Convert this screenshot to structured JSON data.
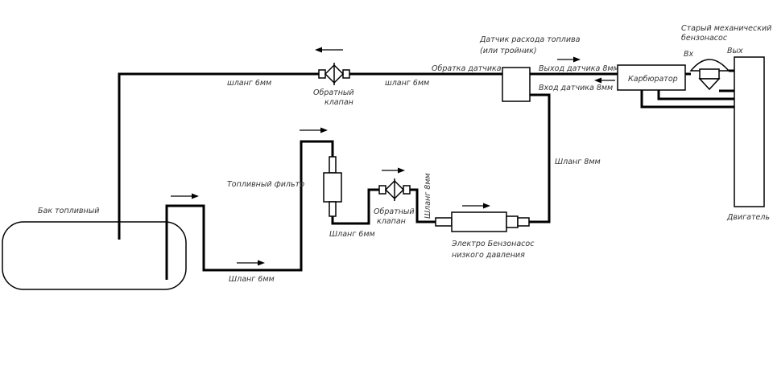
{
  "labels": {
    "tank": "Бак топливный",
    "hose_6mm_top_left": "шланг 6мм",
    "hose_6mm_top_right": "шланг 6мм",
    "check_valve_top": [
      "Обратный",
      "клапан"
    ],
    "return_sensor": "Обратка датчика",
    "flow_sensor": [
      "Датчик расхода топлива",
      "(или тройник)"
    ],
    "sensor_out": "Выход датчика 8мм",
    "sensor_in": "Вход датчика 8мм",
    "carburetor": "Карбюратор",
    "mech_pump": [
      "Старый механический",
      "бензонасос"
    ],
    "pump_in": "Вх",
    "pump_out": "Вых",
    "engine": "Двигатель",
    "hose_8mm_right": "Шланг 8мм",
    "fuel_filter": "Топливный фильтр",
    "hose_6mm_filter": "Шланг 6мм",
    "check_valve_low": [
      "Обратный",
      "клапан"
    ],
    "hose_8mm_vertical": "Шланг 8мм",
    "electric_pump": [
      "Электро Бензонасос",
      "низкого давления"
    ],
    "hose_6mm_bottom": "Шланг 6мм"
  },
  "colors": {
    "line": "#000000",
    "text": "#333333",
    "background": "#ffffff"
  }
}
